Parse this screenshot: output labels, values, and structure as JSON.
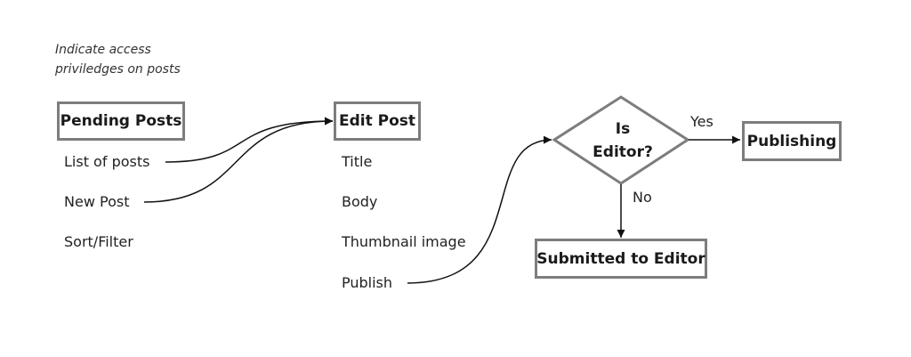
{
  "note": {
    "line1": "Indicate access",
    "line2": "priviledges on posts"
  },
  "pending": {
    "title": "Pending Posts",
    "items": [
      "List of posts",
      "New Post",
      "Sort/Filter"
    ]
  },
  "edit": {
    "title": "Edit Post",
    "items": [
      "Title",
      "Body",
      "Thumbnail image",
      "Publish"
    ]
  },
  "decision": {
    "line1": "Is",
    "line2": "Editor?"
  },
  "edges": {
    "yes": "Yes",
    "no": "No"
  },
  "publishing": {
    "title": "Publishing"
  },
  "submitted": {
    "title": "Submitted to Editor"
  },
  "colors": {
    "box_border": "#7d7d7d",
    "arrow": "#111111"
  }
}
